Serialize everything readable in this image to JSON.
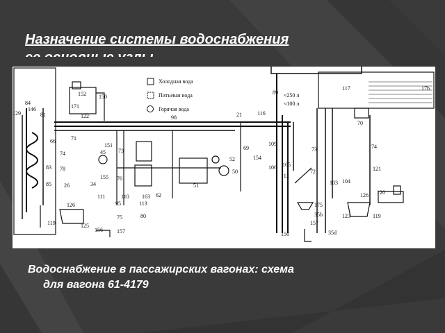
{
  "slide": {
    "title_line1": "Назначение системы водоснабжения",
    "title_line2": "ее основные узлы",
    "caption_line1": "Водоснабжение в пассажирских вагонах: схема",
    "caption_line2": "для вагона 61-4179",
    "background_color": "#3a3a3a"
  },
  "diagram": {
    "legend": [
      {
        "icon": "cold-water-icon",
        "label": "Холодная вода"
      },
      {
        "icon": "drinking-water-icon",
        "label": "Питьевая вода"
      },
      {
        "icon": "hot-water-icon",
        "label": "Горячая вода"
      }
    ],
    "tank_annotations": [
      "≈250 л",
      "≈100 л"
    ],
    "labels": {
      "n84": "84",
      "n146": "146",
      "n129": "129",
      "n81": "81",
      "n152": "152",
      "n150": "150",
      "n122": "122",
      "n171": "171",
      "n71": "71",
      "n66": "66",
      "n74": "74",
      "n151": "151",
      "n45": "45",
      "n73": "73",
      "n83": "83",
      "n78": "78",
      "n85": "85",
      "n26": "26",
      "n34": "34",
      "n155": "155",
      "n76": "76",
      "n89": "89",
      "n117": "117",
      "n17b": "17b",
      "n116": "116",
      "n21": "21",
      "n98": "98",
      "n70": "70",
      "n69": "69",
      "n52": "52",
      "n50": "50",
      "n109": "109",
      "n154": "154",
      "n106": "106",
      "n165": "165",
      "n112": "112",
      "n72": "72",
      "n73b": "73",
      "n74b": "74",
      "n121": "121",
      "n103": "103",
      "n104": "104",
      "n120": "120",
      "n126b": "126",
      "n126": "126",
      "n119": "119",
      "n119b": "119",
      "n125": "125",
      "n123": "123",
      "n111": "111",
      "n110": "110",
      "n95": "95",
      "n113": "113",
      "n163": "163",
      "n62": "62",
      "n75": "75",
      "n80": "80",
      "n51": "51",
      "n156": "156",
      "n157": "157",
      "n175": "175",
      "n35b": "35b",
      "n157b": "157",
      "n156b": "156",
      "n35d": "35d"
    }
  }
}
